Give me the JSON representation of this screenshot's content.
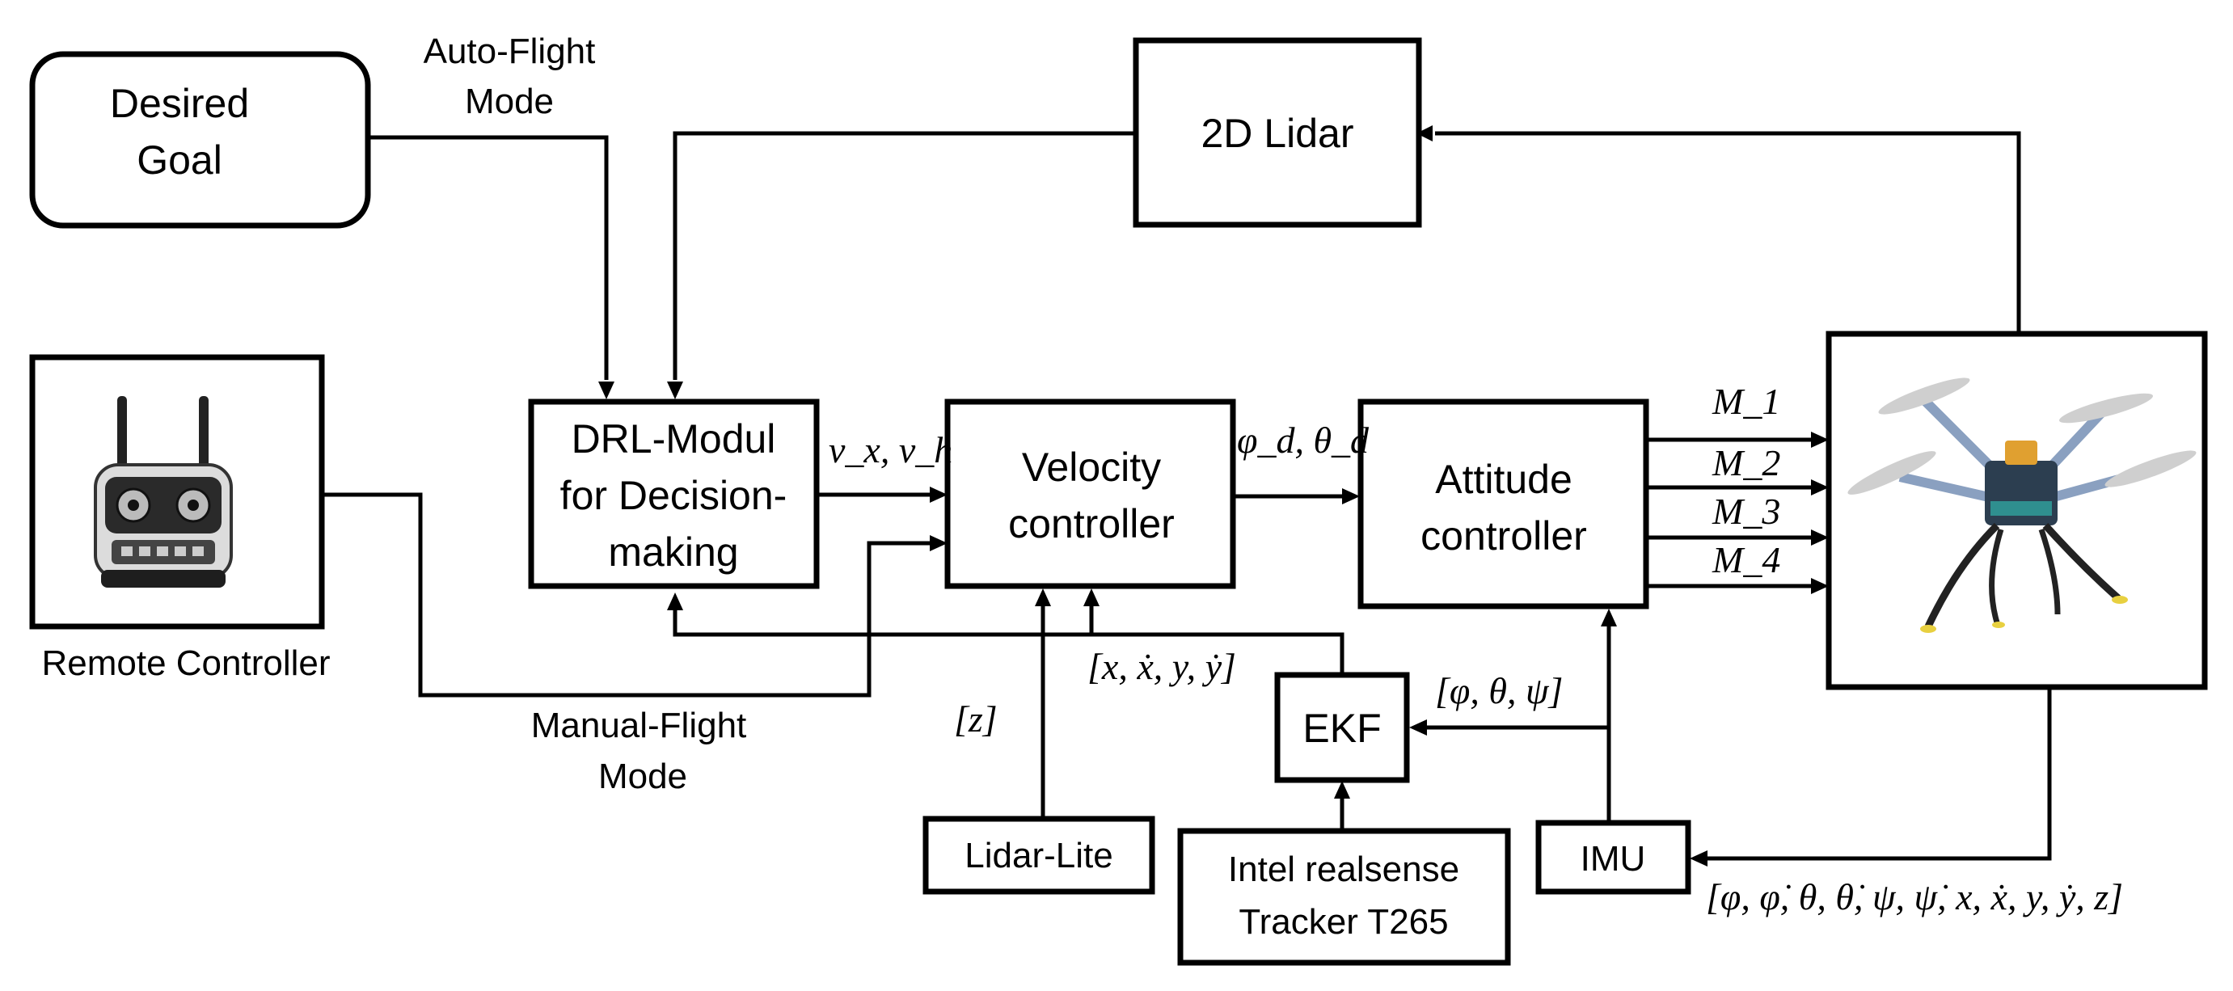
{
  "blocks": {
    "desired_goal": [
      "Desired",
      "Goal"
    ],
    "lidar2d": "2D Lidar",
    "drl": [
      "DRL-Modul",
      "for Decision-",
      "making"
    ],
    "velocity": [
      "Velocity",
      "controller"
    ],
    "attitude": [
      "Attitude",
      "controller"
    ],
    "ekf": "EKF",
    "lidar_lite": "Lidar-Lite",
    "realsense": [
      "Intel realsense",
      "Tracker T265"
    ],
    "imu": "IMU"
  },
  "labels": {
    "auto_flight": [
      "Auto-Flight",
      "Mode"
    ],
    "manual_flight": [
      "Manual-Flight",
      "Mode"
    ],
    "remote_controller": "Remote Controller"
  },
  "signals": {
    "vx_vh": "v_x, v_h",
    "phi_theta_d": "φ_d, θ_d",
    "motors": [
      "M_1",
      "M_2",
      "M_3",
      "M_4"
    ],
    "pos_vel": "[x, ẋ, y, ẏ]",
    "z": "[z]",
    "angles": "[φ, θ, ψ]",
    "imu_state": "[φ, φ̇, θ, θ̇, ψ, ψ̇, x, ẋ, y, ẏ, z]"
  },
  "images": {
    "remote": "remote-controller-photo",
    "drone": "quadrotor-drone-photo"
  }
}
